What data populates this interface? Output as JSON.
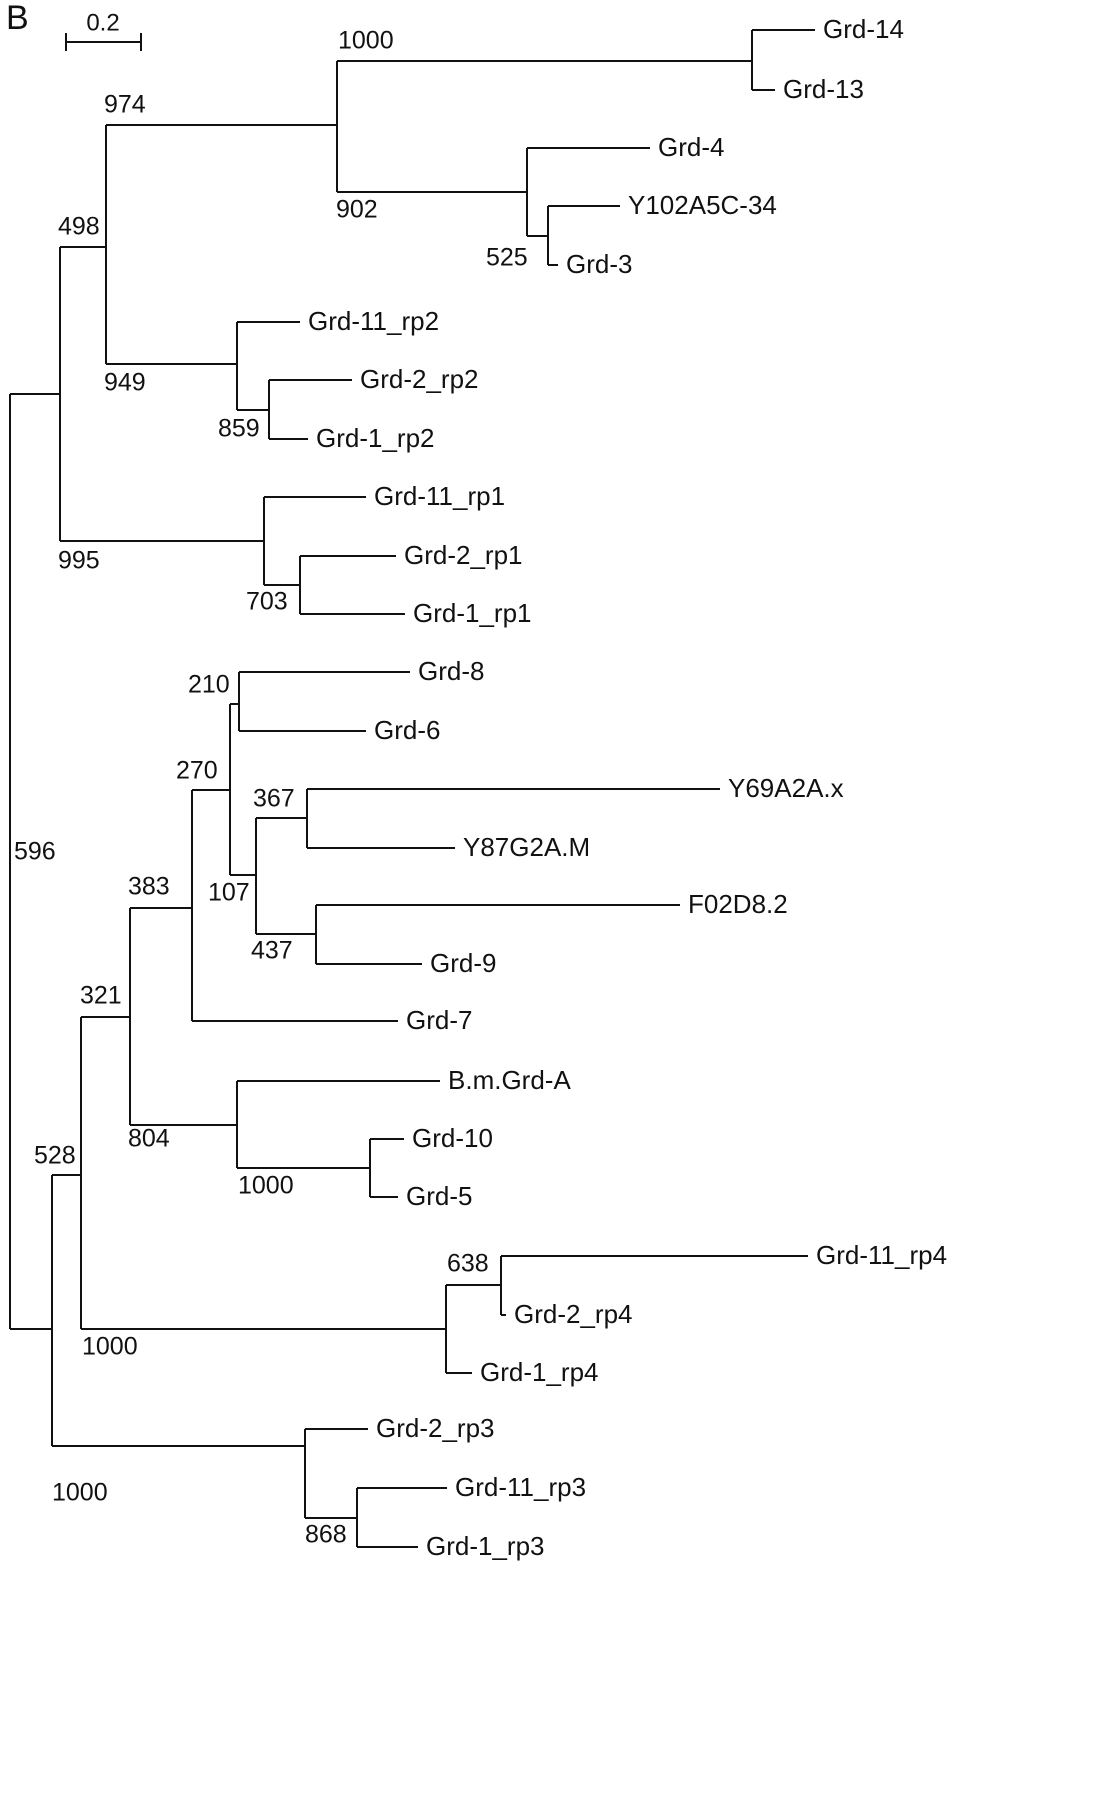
{
  "figure": {
    "panel_label": "B",
    "scale_bar_label": "0.2"
  },
  "tree": {
    "leaves": [
      "Grd-14",
      "Grd-13",
      "Grd-4",
      "Y102A5C-34",
      "Grd-3",
      "Grd-11_rp2",
      "Grd-2_rp2",
      "Grd-1_rp2",
      "Grd-11_rp1",
      "Grd-2_rp1",
      "Grd-1_rp1",
      "Grd-8",
      "Grd-6",
      "Y69A2A.x",
      "Y87G2A.M",
      "F02D8.2",
      "Grd-9",
      "Grd-7",
      "B.m.Grd-A",
      "Grd-10",
      "Grd-5",
      "Grd-11_rp4",
      "Grd-2_rp4",
      "Grd-1_rp4",
      "Grd-2_rp3",
      "Grd-11_rp3",
      "Grd-1_rp3"
    ],
    "bootstrap_values": [
      "1000",
      "974",
      "902",
      "525",
      "498",
      "949",
      "859",
      "995",
      "703",
      "210",
      "270",
      "367",
      "107",
      "437",
      "383",
      "596",
      "321",
      "804",
      "1000",
      "528",
      "638",
      "1000",
      "1000",
      "868"
    ]
  }
}
